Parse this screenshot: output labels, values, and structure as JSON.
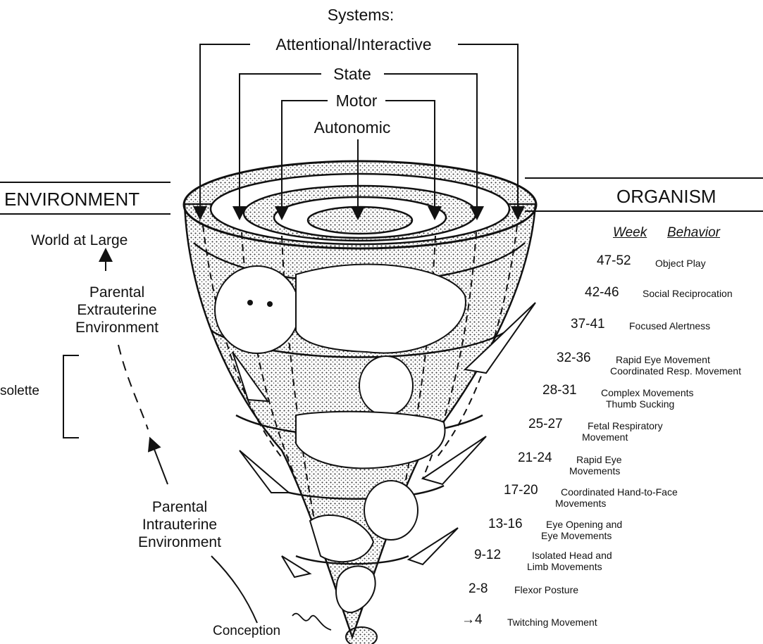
{
  "systems": {
    "title": "Systems:",
    "items": [
      "Attentional/Interactive",
      "State",
      "Motor",
      "Autonomic"
    ]
  },
  "environment": {
    "heading": "ENVIRONMENT",
    "world": "World at Large",
    "extrauterine": [
      "Parental",
      "Extrauterine",
      "Environment"
    ],
    "isolette": "solette",
    "intrauterine": [
      "Parental",
      "Intrauterine",
      "Environment"
    ],
    "conception": "Conception"
  },
  "organism": {
    "heading": "ORGANISM",
    "col_week": "Week",
    "col_behavior": "Behavior",
    "rows": [
      {
        "week": "47-52",
        "behavior": [
          "Object Play"
        ]
      },
      {
        "week": "42-46",
        "behavior": [
          "Social Reciprocation"
        ]
      },
      {
        "week": "37-41",
        "behavior": [
          "Focused Alertness"
        ]
      },
      {
        "week": "32-36",
        "behavior": [
          "Rapid Eye Movement",
          "Coordinated Resp. Movement"
        ]
      },
      {
        "week": "28-31",
        "behavior": [
          "Complex Movements",
          "Thumb Sucking"
        ]
      },
      {
        "week": "25-27",
        "behavior": [
          "Fetal Respiratory",
          "Movement"
        ]
      },
      {
        "week": "21-24",
        "behavior": [
          "Rapid Eye",
          "Movements"
        ]
      },
      {
        "week": "17-20",
        "behavior": [
          "Coordinated Hand-to-Face",
          "Movements"
        ]
      },
      {
        "week": "13-16",
        "behavior": [
          "Eye Opening and",
          "Eye Movements"
        ]
      },
      {
        "week": "9-12",
        "behavior": [
          "Isolated Head and",
          "Limb Movements"
        ]
      },
      {
        "week": "2-8",
        "behavior": [
          "Flexor Posture"
        ]
      },
      {
        "week": "→4",
        "behavior": [
          "Twitching Movement"
        ]
      }
    ]
  },
  "colors": {
    "ink": "#111111",
    "paper": "#ffffff",
    "stipple": "#7a7a7a"
  }
}
